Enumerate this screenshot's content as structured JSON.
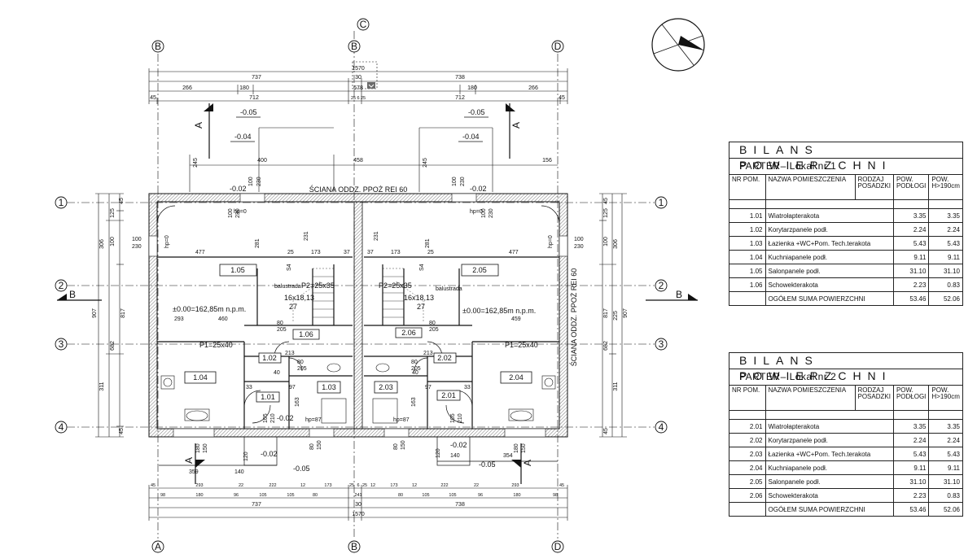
{
  "axes": {
    "columns_top": [
      "B",
      "C",
      "B",
      "D"
    ],
    "columns_bottom": [
      "A",
      "B",
      "D"
    ],
    "rows": [
      "1",
      "2",
      "3",
      "4"
    ],
    "section_marks": [
      "A",
      "B"
    ]
  },
  "dims_top": {
    "total": "1570",
    "halves": [
      "737",
      "30",
      "738"
    ],
    "row2": [
      "266",
      "180",
      "678",
      "180",
      "266"
    ],
    "row3": [
      "45",
      "712",
      "25",
      "6",
      "25",
      "712",
      "45"
    ],
    "sub_left": [
      "245",
      "400",
      "458",
      "245",
      "156"
    ]
  },
  "dims_bottom": {
    "row1": [
      "45",
      "293",
      "22",
      "222",
      "12",
      "173",
      "25",
      "6",
      "25",
      "12",
      "173",
      "12",
      "222",
      "22",
      "293",
      "45"
    ],
    "row2": [
      "98",
      "180",
      "96",
      "105",
      "105",
      "80",
      "241",
      "80",
      "105",
      "105",
      "96",
      "180",
      "98"
    ],
    "halves": [
      "737",
      "30",
      "738"
    ],
    "total": "1570"
  },
  "dims_side": {
    "left": [
      "45",
      "125",
      "306",
      "100",
      "817",
      "682",
      "311",
      "907",
      "45"
    ],
    "right": [
      "45",
      "125",
      "306",
      "100",
      "817",
      "225",
      "682",
      "311",
      "907",
      "45"
    ]
  },
  "plan_labels": {
    "wall_label": "ŚCIANA ODDZ. PPOŻ REI 60",
    "wall_label_vertical": "ŚCIANA ODDZ. PPOŻ REI 60",
    "level_left": "±0.00=162,85m n.p.m.",
    "level_right": "±0.00=162,85m n.p.m.",
    "lintel_left": "P2=25x35",
    "lintel_right": "P2=25x35",
    "p1_left": "P1=25x40",
    "p1_right": "P1=25x40",
    "stairs_left": "16x18,13",
    "stairs_right": "16x18,13",
    "steps": "27",
    "balustrade": "balustrada",
    "s4": "S4",
    "hp0": "hp=0",
    "hp87": "hp=87",
    "elev_m005": "-0.05",
    "elev_m004": "-0.04",
    "elev_m002": "-0.02",
    "door_100_230": [
      "100",
      "230"
    ],
    "dim_477": "477",
    "dim_281": "281",
    "dim_231": "231",
    "dim_173": "173",
    "dim_25": "25",
    "dim_37": "37",
    "dim_293": "293",
    "dim_460": "460",
    "dim_459": "459",
    "dim_359": "359",
    "dim_354": "354",
    "dim_140": "140",
    "dim_120": "120",
    "dim_205": "205",
    "dim_80": "80",
    "dim_40": "40",
    "dim_105": "105",
    "dim_210": "210",
    "dim_180": "180",
    "dim_150": "150",
    "dim_33": "33",
    "dim_97": "97",
    "dim_163": "163",
    "dim_213": "213"
  },
  "rooms_left": [
    "1.05",
    "1.06",
    "1.02",
    "1.04",
    "1.03",
    "1.01"
  ],
  "rooms_right": [
    "2.05",
    "2.06",
    "2.02",
    "2.04",
    "2.03",
    "2.01"
  ],
  "table1": {
    "title": "BILANS POWIERZCHNI",
    "subtitle": "PARTER– Lokal nr 1",
    "headers": [
      "NR POM.",
      "NAZWA POMIESZCZENIA",
      "RODZAJ POSADZKI",
      "POW. PODŁOGI",
      "POW. H>190cm"
    ],
    "rows": [
      {
        "nr": "1.01",
        "name": "Wiatrołap",
        "floor": "terakota",
        "area": "3.35",
        "area190": "3.35"
      },
      {
        "nr": "1.02",
        "name": "Korytarz",
        "floor": "panele podł.",
        "area": "2.24",
        "area190": "2.24"
      },
      {
        "nr": "1.03",
        "name": "Łazienka +WC+Pom. Tech.",
        "floor": "terakota",
        "area": "5.43",
        "area190": "5.43"
      },
      {
        "nr": "1.04",
        "name": "Kuchnia",
        "floor": "panele podł.",
        "area": "9.11",
        "area190": "9.11"
      },
      {
        "nr": "1.05",
        "name": "Salon",
        "floor": "panele podł.",
        "area": "31.10",
        "area190": "31.10"
      },
      {
        "nr": "1.06",
        "name": "Schowek",
        "floor": "terakota",
        "area": "2.23",
        "area190": "0.83"
      }
    ],
    "total_label": "OGÓŁEM SUMA POWIERZCHNI",
    "total_area": "53.46",
    "total_area190": "52.06"
  },
  "table2": {
    "title": "BILANS POWIERZCHNI",
    "subtitle": "PARTER– Lokal nr 2",
    "headers": [
      "NR POM.",
      "NAZWA POMIESZCZENIA",
      "RODZAJ POSADZKI",
      "POW. PODŁOGI",
      "POW. H>190cm"
    ],
    "rows": [
      {
        "nr": "2.01",
        "name": "Wiatrołap",
        "floor": "terakota",
        "area": "3.35",
        "area190": "3.35"
      },
      {
        "nr": "2.02",
        "name": "Korytarz",
        "floor": "panele podł.",
        "area": "2.24",
        "area190": "2.24"
      },
      {
        "nr": "2.03",
        "name": "Łazienka +WC+Pom. Tech.",
        "floor": "terakota",
        "area": "5.43",
        "area190": "5.43"
      },
      {
        "nr": "2.04",
        "name": "Kuchnia",
        "floor": "panele podł.",
        "area": "9.11",
        "area190": "9.11"
      },
      {
        "nr": "2.05",
        "name": "Salon",
        "floor": "panele podł.",
        "area": "31.10",
        "area190": "31.10"
      },
      {
        "nr": "2.06",
        "name": "Schowek",
        "floor": "terakota",
        "area": "2.23",
        "area190": "0.83"
      }
    ],
    "total_label": "OGÓŁEM SUMA POWIERZCHNI",
    "total_area": "53.46",
    "total_area190": "52.06"
  },
  "colors": {
    "line": "#111111",
    "wall_hatch": "#555555",
    "accent_badge": "#6b6b6b"
  }
}
